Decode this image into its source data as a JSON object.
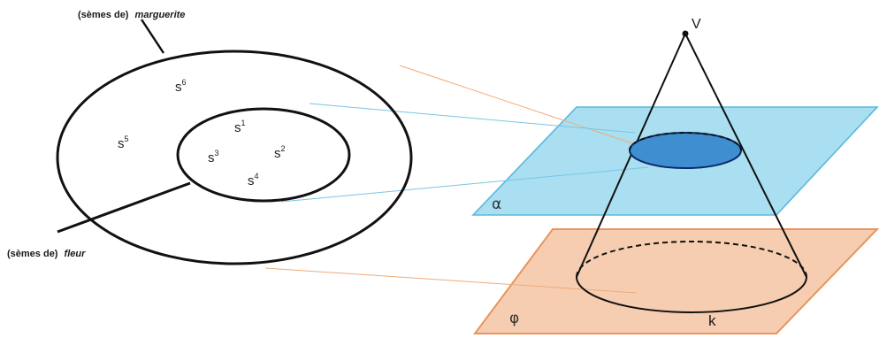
{
  "labels": {
    "outer": {
      "prefix": "(sèmes de)",
      "word": "marguerite"
    },
    "inner": {
      "prefix": "(sèmes de)",
      "word": "fleur"
    }
  },
  "semes": [
    {
      "base": "s",
      "sup": "6"
    },
    {
      "base": "s",
      "sup": "5"
    },
    {
      "base": "s",
      "sup": "1"
    },
    {
      "base": "s",
      "sup": "3"
    },
    {
      "base": "s",
      "sup": "2"
    },
    {
      "base": "s",
      "sup": "4"
    }
  ],
  "geometry_labels": {
    "vertex": "V",
    "plane_alpha": "α",
    "plane_phi": "φ",
    "base_circle": "k"
  },
  "colors": {
    "stroke": "#111111",
    "plane_alpha_fill": "#a9dff0",
    "plane_alpha_edge": "#5ab8dd",
    "section_fill": "#3f8fd0",
    "section_edge": "#0b2a6b",
    "plane_phi_fill": "#f6cdb0",
    "plane_phi_edge": "#e9955c",
    "connector_blue": "#7cc4e6",
    "connector_orange": "#f0ab7a"
  }
}
